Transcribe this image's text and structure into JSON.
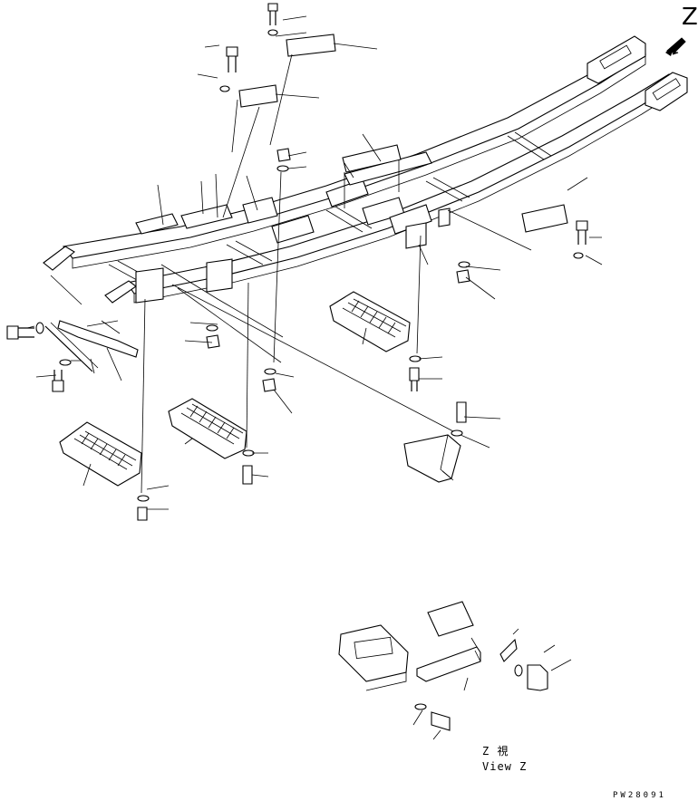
{
  "view_marker": {
    "letter": "Z",
    "arrow": "view-direction-arrow"
  },
  "detail_view": {
    "label_line1": "Z 視",
    "label_line2": "View Z"
  },
  "drawing_code": "PW28091"
}
